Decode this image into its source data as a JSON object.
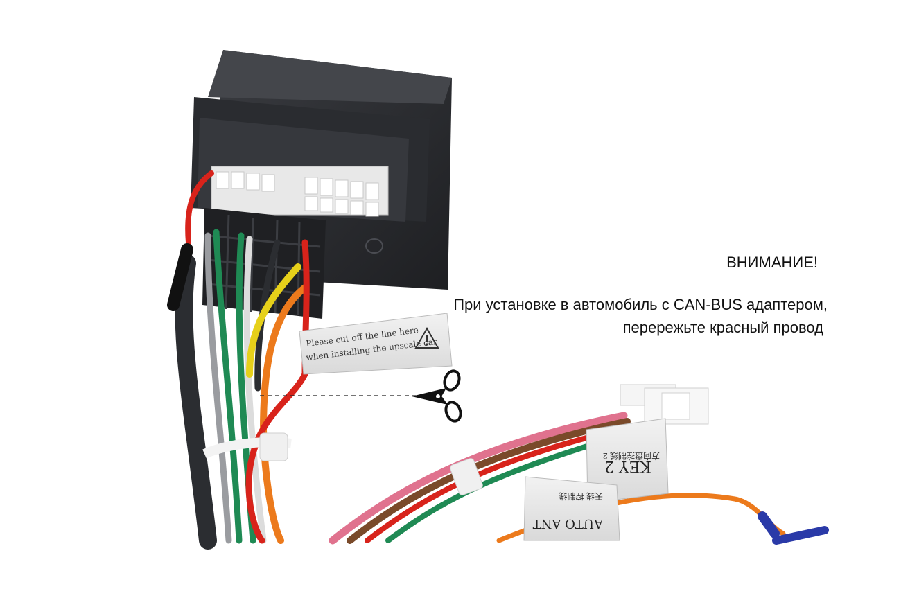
{
  "notice": {
    "title": "ВНИМАНИЕ!",
    "line1": "При установке в автомобиль с CAN-BUS адаптером,",
    "line2": "перережьте красный провод"
  },
  "labels": {
    "warning_tag_line1": "Please cut off the line here",
    "warning_tag_line2": "when installing the upscale car",
    "key_tag_main": "KEY 2",
    "key_tag_cn": "方向盘控制线 2",
    "auto_tag_main": "AUTO ANT",
    "auto_tag_cn": "天线 控制线"
  },
  "colors": {
    "connector_body": "#2b2d31",
    "red_wire": "#d8231b",
    "green_wire": "#1f8a54",
    "yellow_wire": "#e6d01a",
    "orange_wire": "#ec7a1c",
    "grey_wire": "#9a9ca0",
    "pink_wire": "#e0728e",
    "brown_wire": "#7a4a2a",
    "blue_wire": "#2a3aa8",
    "background": "#ffffff"
  },
  "icons": {
    "scissors": "scissors-icon",
    "warning": "warning-triangle-icon"
  }
}
